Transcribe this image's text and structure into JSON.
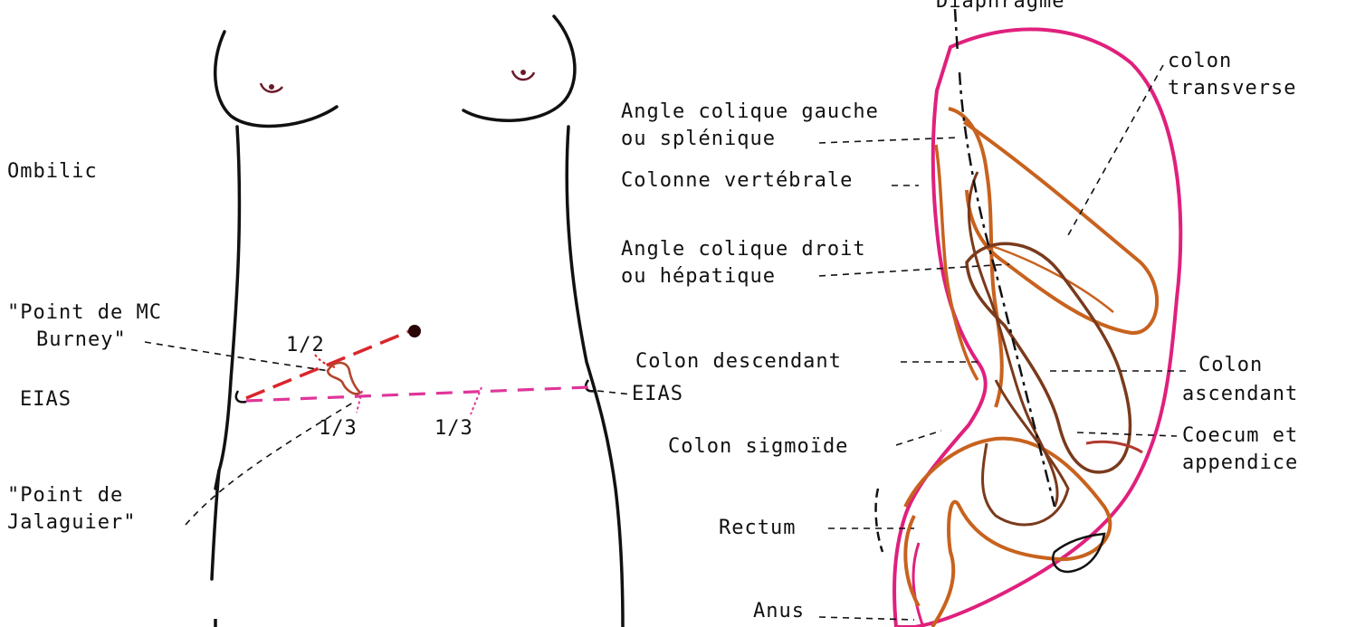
{
  "front_view": {
    "labels": {
      "ombilic": "Ombilic",
      "mcburney_line1": "\"Point de MC",
      "mcburney_line2": "Burney\"",
      "eias_left": "EIAS",
      "eias_right": "EIAS",
      "half": "1/2",
      "third_a": "1/3",
      "third_b": "1/3",
      "jalaguier_line1": "\"Point de",
      "jalaguier_line2": "Jalaguier\""
    },
    "colors": {
      "outline": "#111111",
      "mcburney_line": "#d9262b",
      "eias_line": "#e0359a",
      "appendix": "#b2462d"
    }
  },
  "colon_view": {
    "labels": {
      "diaphragme": "Diaphragme",
      "colon_transverse_line1": "colon",
      "colon_transverse_line2": "transverse",
      "angle_gauche_line1": "Angle colique gauche",
      "angle_gauche_line2": "ou splénique",
      "colonne": "Colonne vertébrale",
      "angle_droit_line1": "Angle colique droit",
      "angle_droit_line2": "ou hépatique",
      "colon_descendant": "Colon descendant",
      "colon_ascendant_line1": "Colon",
      "colon_ascendant_line2": "ascendant",
      "colon_sigmoide": "Colon sigmoïde",
      "coecum_line1": "Coecum et",
      "coecum_line2": "appendice",
      "rectum": "Rectum",
      "anus": "Anus"
    },
    "colors": {
      "diaphragm": "#e0207d",
      "colon_orange": "#c8621e",
      "colon_brown": "#7a3a1c",
      "spine": "#111111"
    }
  }
}
